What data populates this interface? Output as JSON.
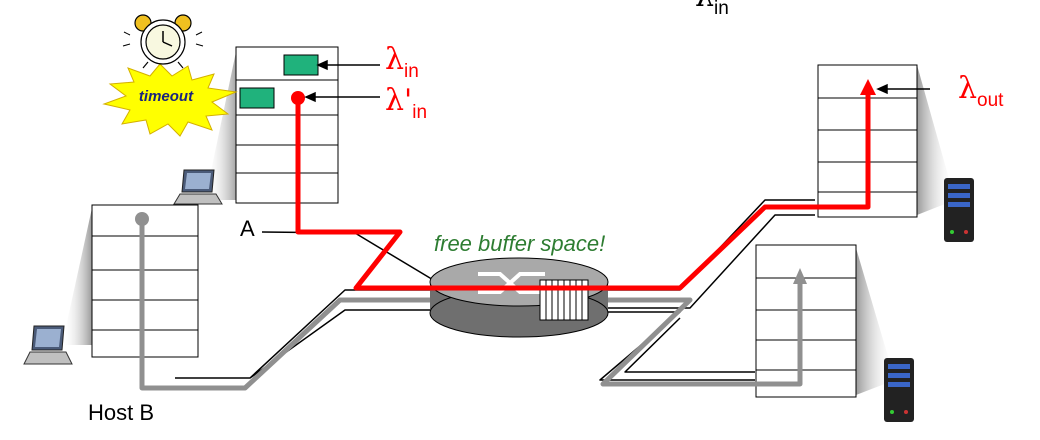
{
  "labels": {
    "lambda_top": "λ",
    "lambda_top_sub": "in",
    "lambda_in": "λ",
    "lambda_in_sub": "in",
    "lambda_prime_in": "λ'",
    "lambda_prime_in_sub": "in",
    "lambda_out": "λ",
    "lambda_out_sub": "out",
    "host_a": "A",
    "host_b": "Host B",
    "free_buffer": "free buffer space!",
    "timeout": "timeout"
  },
  "colors": {
    "red_flow": "#ff0000",
    "gray_flow": "#909090",
    "packet": "#20b27c",
    "router_top": "#a9a9a9",
    "router_side": "#6f6f6f",
    "timeout_burst": "#ffff00",
    "free_text": "#2e7d32"
  },
  "icons": [
    "alarm-clock-icon",
    "timeout-burst-icon",
    "laptop-icon",
    "server-icon",
    "router-icon"
  ]
}
